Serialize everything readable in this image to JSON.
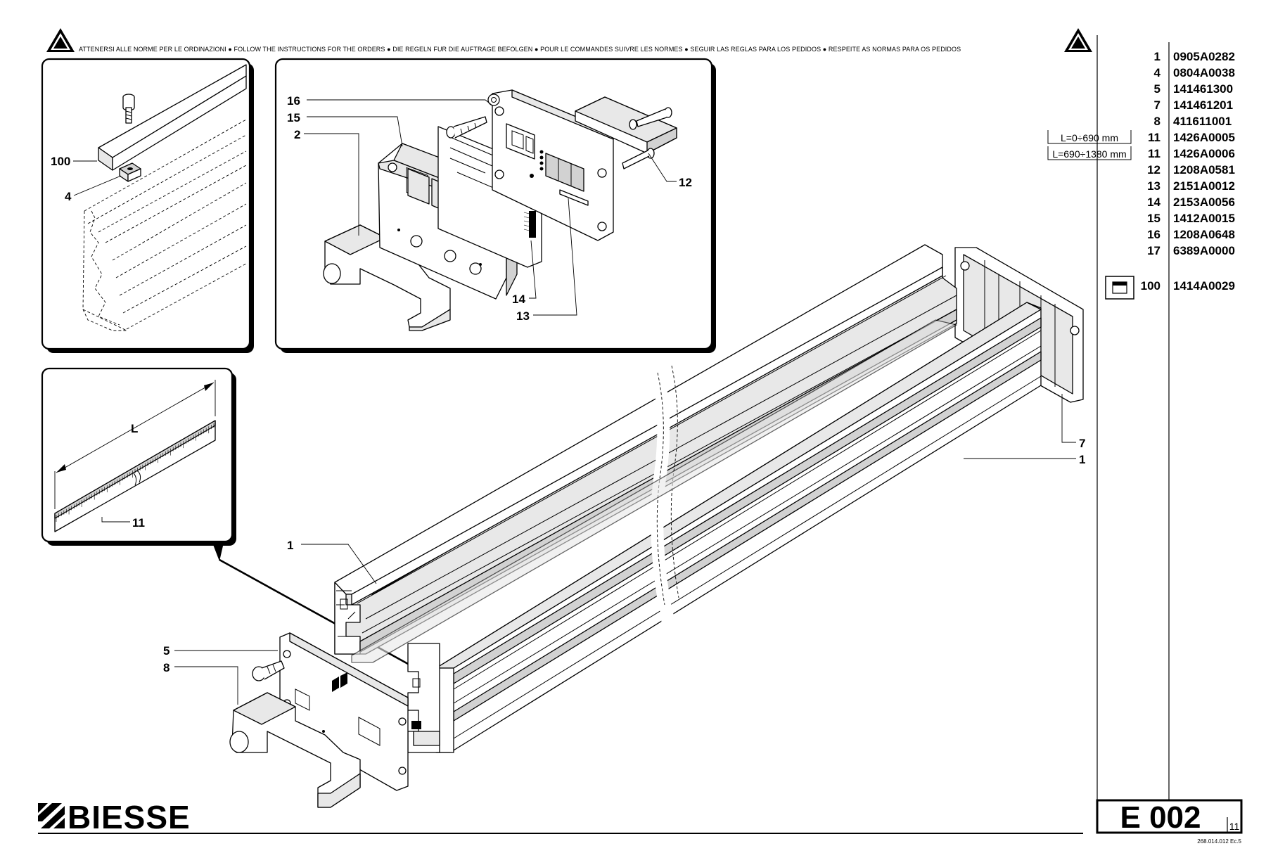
{
  "header": {
    "instructions": "ATTENERSI ALLE NORME PER LE ORDINAZIONI ● FOLLOW THE INSTRUCTIONS FOR THE ORDERS ● DIE REGELN FUR DIE AUFTRAGE BEFOLGEN ● POUR LE COMMANDES SUIVRE LES NORMES ● SEGUIR LAS REGLAS PARA LOS PEDIDOS ● RESPEITE AS NORMAS PARA OS PEDIDOS",
    "warning_icon": "warning-triangle-icon"
  },
  "callouts": {
    "c1_top": "1",
    "c1_main": "1",
    "c2": "2",
    "c4": "4",
    "c5": "5",
    "c7": "7",
    "c8": "8",
    "c11": "11",
    "c12": "12",
    "c13": "13",
    "c14": "14",
    "c15": "15",
    "c16": "16",
    "c100": "100",
    "dim_L": "L"
  },
  "parts_table": {
    "rows": [
      {
        "ref": "1",
        "code": "0905A0282",
        "note": ""
      },
      {
        "ref": "4",
        "code": "0804A0038",
        "note": ""
      },
      {
        "ref": "5",
        "code": "141461300",
        "note": ""
      },
      {
        "ref": "7",
        "code": "141461201",
        "note": ""
      },
      {
        "ref": "8",
        "code": "411611001",
        "note": ""
      },
      {
        "ref": "11",
        "code": "1426A0005",
        "note": "L=0÷690 mm"
      },
      {
        "ref": "11",
        "code": "1426A0006",
        "note": "L=690÷1380 mm"
      },
      {
        "ref": "12",
        "code": "1208A0581",
        "note": ""
      },
      {
        "ref": "13",
        "code": "2151A0012",
        "note": ""
      },
      {
        "ref": "14",
        "code": "2153A0056",
        "note": ""
      },
      {
        "ref": "15",
        "code": "1412A0015",
        "note": ""
      },
      {
        "ref": "16",
        "code": "1208A0648",
        "note": ""
      },
      {
        "ref": "17",
        "code": "6389A0000",
        "note": ""
      }
    ],
    "kit": {
      "ref": "100",
      "code": "1414A0029",
      "icon": "kit-box-icon"
    }
  },
  "footer": {
    "brand": "BIESSE",
    "table_code": "E 002",
    "sheet": "11",
    "doc_ref": "268.014.012 Ec.5"
  }
}
